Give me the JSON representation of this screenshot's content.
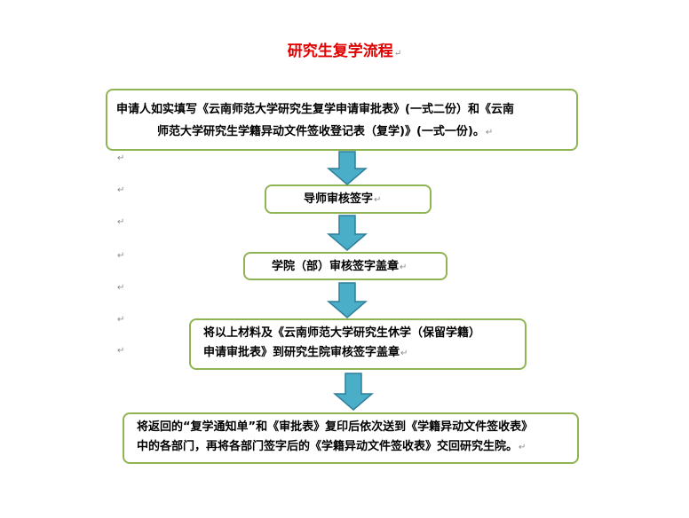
{
  "title": "研究生复学流程",
  "paragraph_mark": "↵",
  "steps": [
    {
      "lines": [
        "申请人如实填写《云南师范大学研究生复学申请审批表》(一式二份）和《云南",
        "师范大学研究生学籍异动文件签收登记表（复学)》(一式一份)。"
      ]
    },
    {
      "lines": [
        "导师审核签字"
      ]
    },
    {
      "lines": [
        "学院（部）审核签字盖章"
      ]
    },
    {
      "lines": [
        "将以上材料及《云南师范大学研究生休学（保留学籍）",
        "申请审批表》到研究生院审核签字盖章"
      ]
    },
    {
      "lines": [
        "将返回的“复学通知单”和《审批表》复印后依次送到《学籍异动文件签收表》",
        "中的各部门，再将各部门签字后的《学籍异动文件签收表》交回研究生院。"
      ]
    }
  ],
  "colors": {
    "title": "#e00000",
    "box_border": "#8fb454",
    "arrow_fill": "#4aaec8",
    "arrow_stroke": "#2f7f99"
  }
}
